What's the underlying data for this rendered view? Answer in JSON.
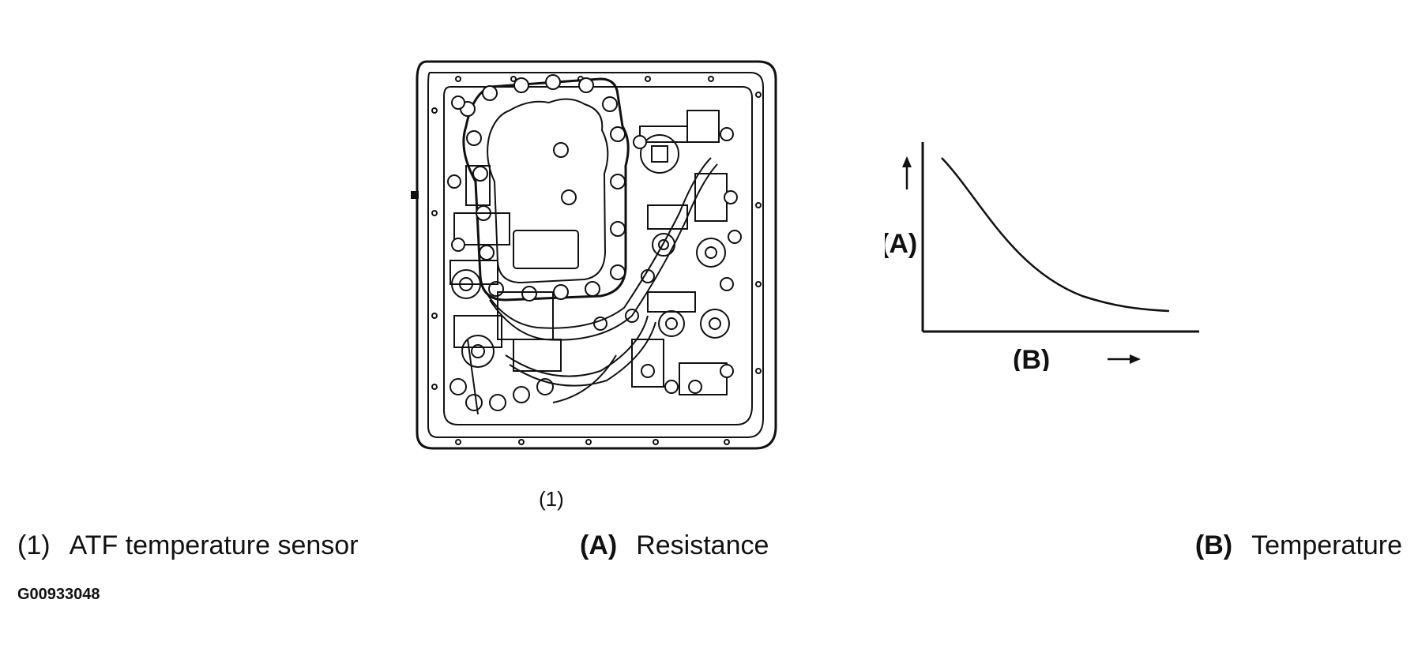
{
  "figure": {
    "callout_1": "(1)",
    "graph": {
      "y_axis_label": "(A)",
      "x_axis_label": "(B)"
    }
  },
  "legend": [
    {
      "key": "(1)",
      "text": "ATF temperature sensor"
    },
    {
      "key": "(A)",
      "text": "Resistance"
    },
    {
      "key": "(B)",
      "text": "Temperature"
    }
  ],
  "figure_code": "G00933048",
  "chart_data": {
    "type": "line",
    "x_trend": "increasing (B) Temperature",
    "y_trend": "decreasing (A) Resistance",
    "shape": "decaying curve, steep at low temperature, flattening at high temperature"
  }
}
